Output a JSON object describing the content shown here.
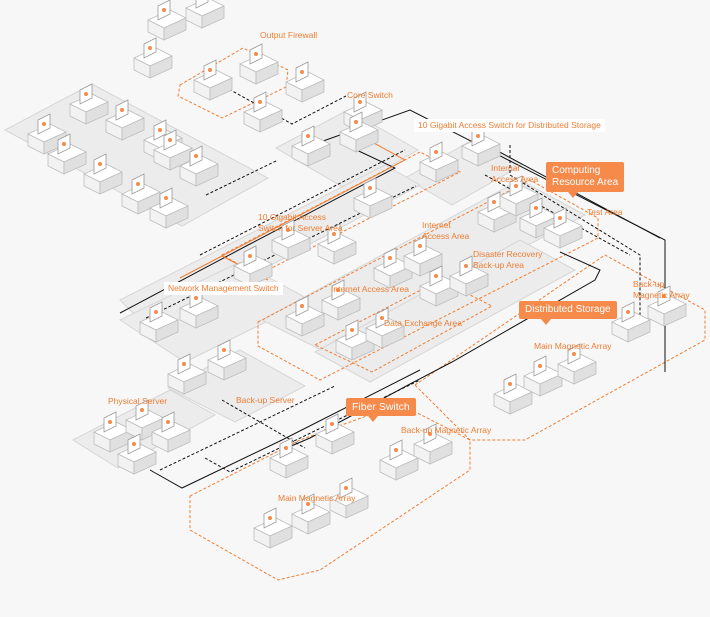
{
  "diagram": {
    "labels": {
      "output_firewall": "Output Firewall",
      "core_switch": "Core Switch",
      "access_switch_storage": "10 Gigabit Access Switch for Distributed Storage",
      "internal_access_area": "Internal\nAccess Area",
      "test_area": "Test Area",
      "access_switch_server": "10 Gigabit Access\nSwitch for Server Area",
      "internet_access_area_1": "Internet\nAccess Area",
      "disaster_recovery": "Disaster Recovery\nBack-up Area",
      "network_mgmt_switch": "Network Management Switch",
      "internet_access_area_2": "Internet Access Area",
      "data_exchange_area": "Data Exchange Area",
      "backup_magnetic_array_right": "Back-up\nMagnetic Array",
      "main_magnetic_array_right": "Main Magnetic Array",
      "physical_server": "Physical Server",
      "backup_server": "Back-up Server",
      "backup_magnetic_array_bottom": "Back-up Magnetic Array",
      "main_magnetic_array_bottom": "Main Magnetic Array"
    },
    "callouts": {
      "computing": "Computing\nResource Area",
      "distributed_storage": "Distributed Storage",
      "fiber_switch": "Fiber Switch"
    },
    "colors": {
      "accent": "#ef7d32",
      "callout": "#f58a4b",
      "platform": "#ececec",
      "line": "#111111"
    }
  }
}
